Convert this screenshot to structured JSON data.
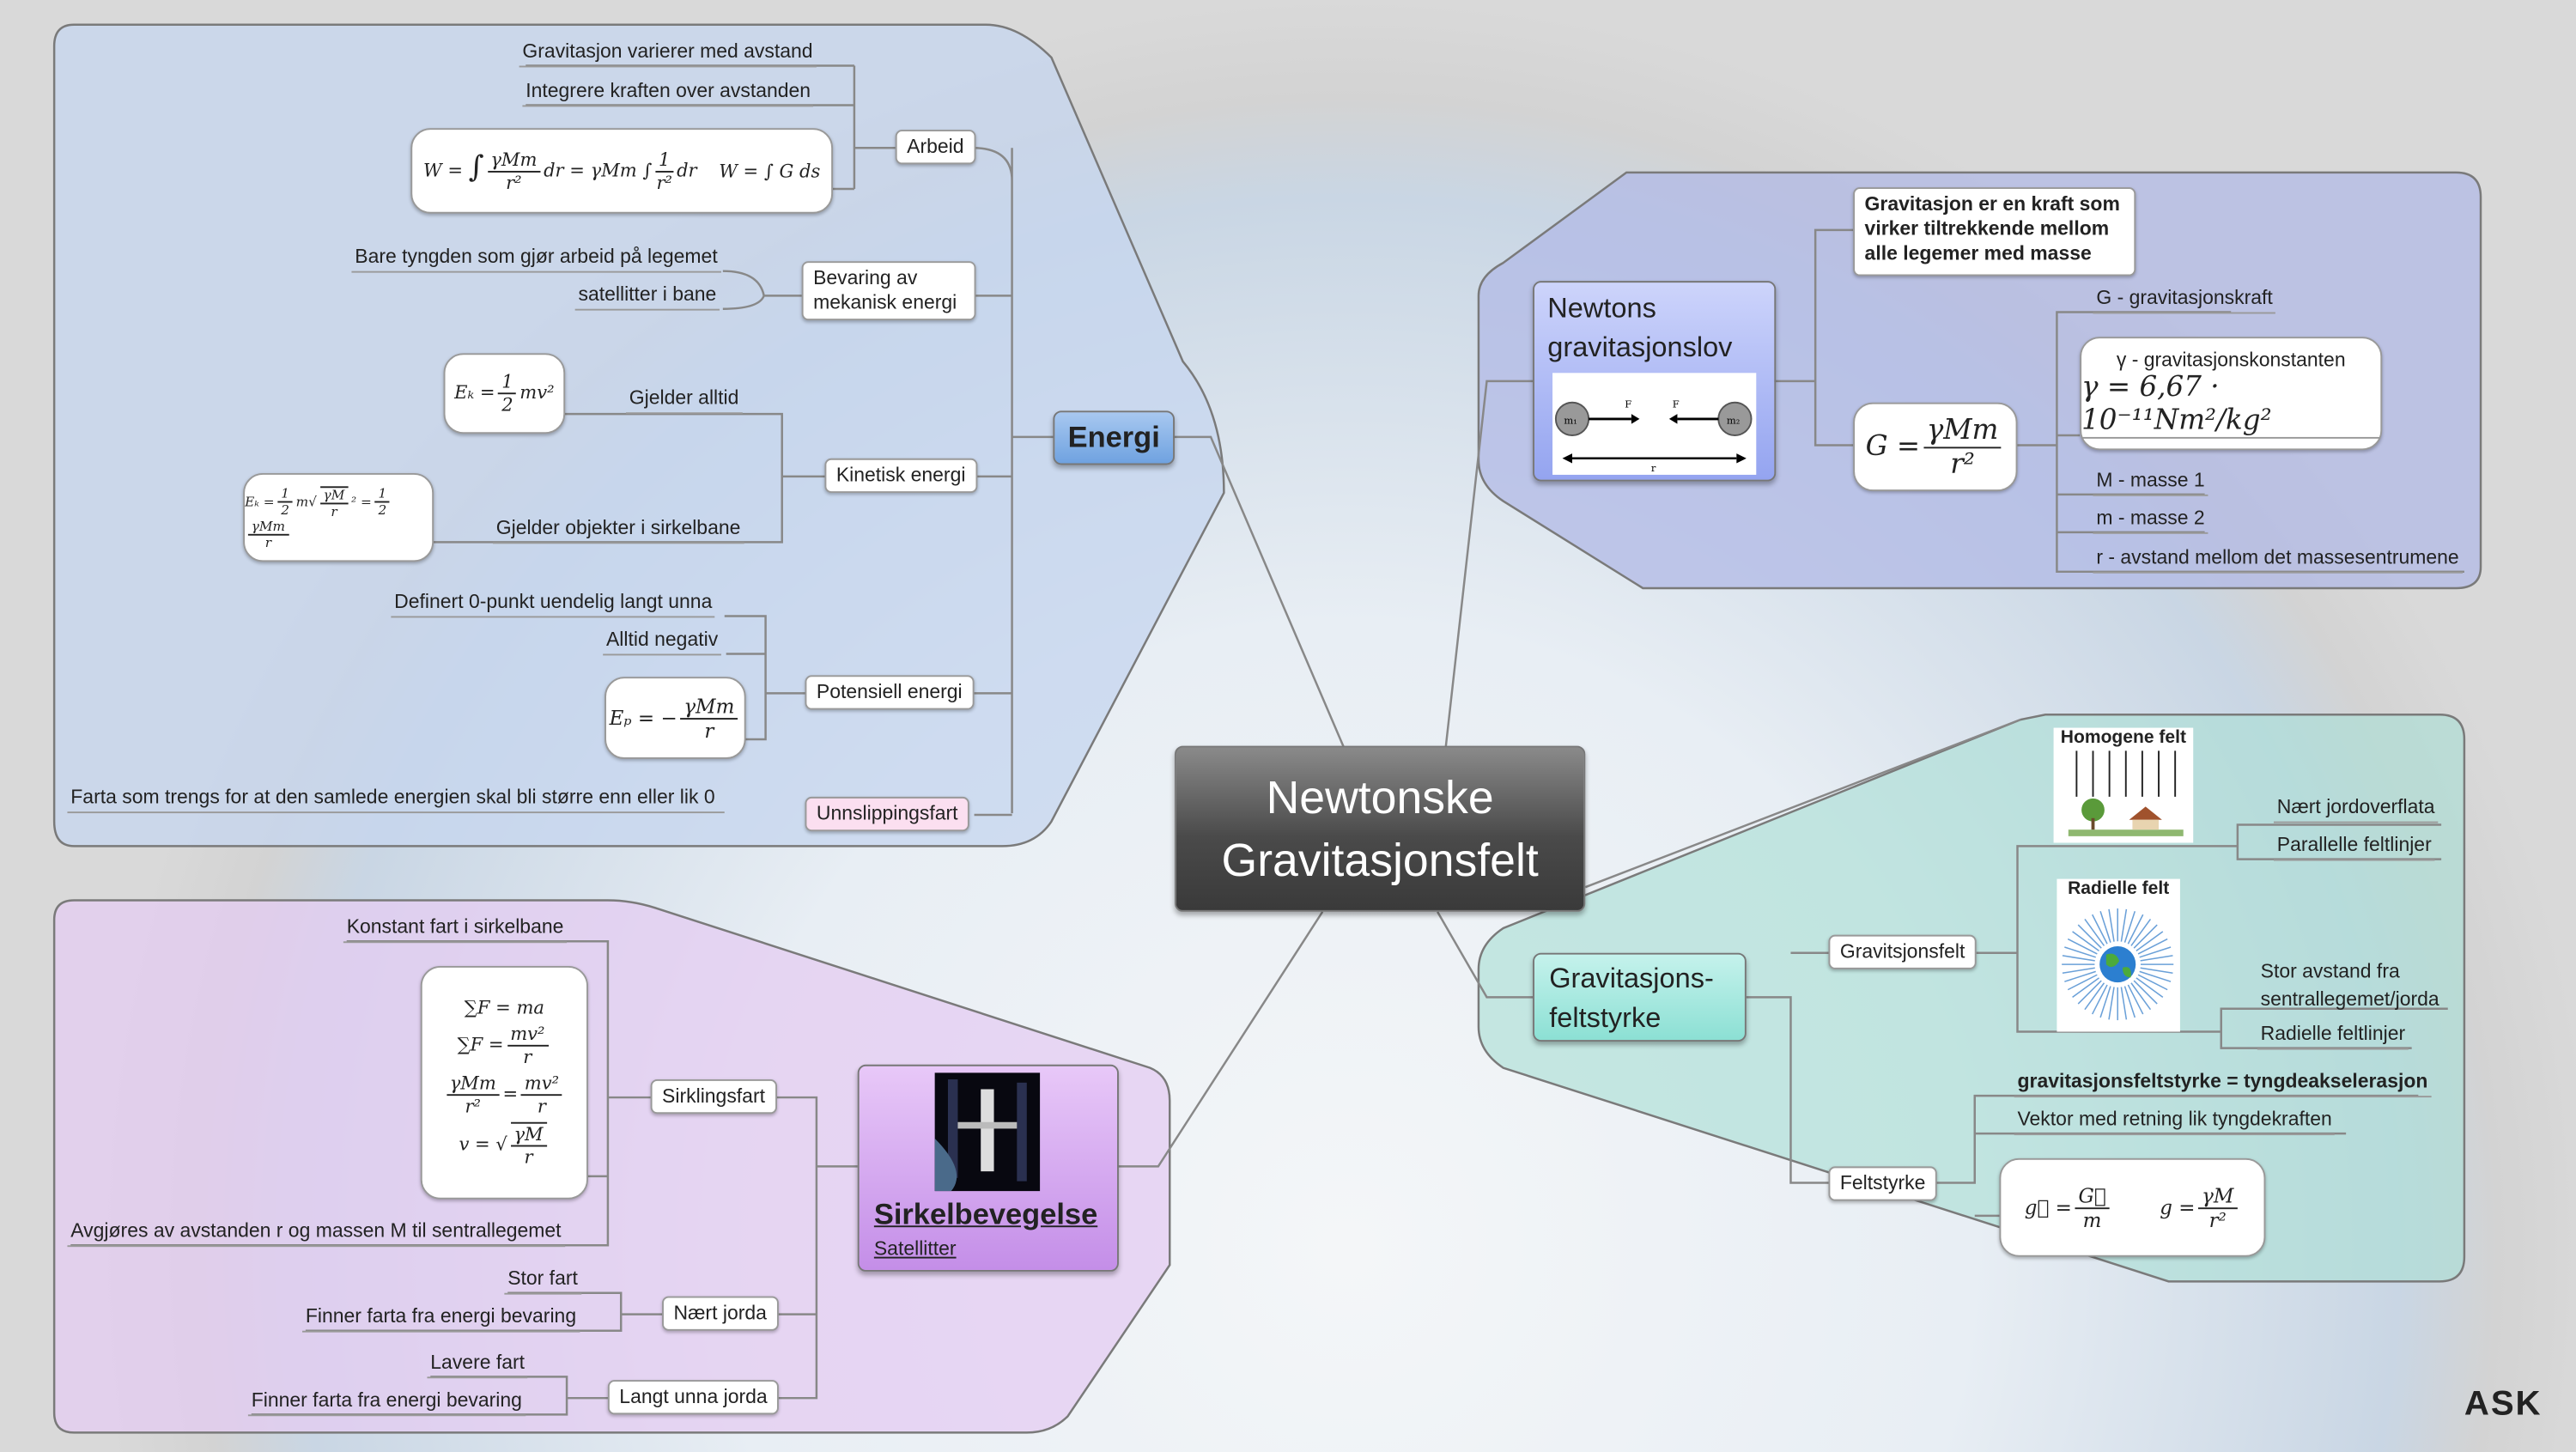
{
  "center": {
    "title_line1": "Newtonske",
    "title_line2": "Gravitasjonsfelt"
  },
  "energi": {
    "title": "Energi",
    "arbeid": {
      "label": "Arbeid",
      "notes": [
        "Gravitasjon varierer med avstand",
        "Integrere kraften over avstanden"
      ],
      "formula": {
        "lhs": "W =",
        "int": "∫",
        "n1": "γMm",
        "d1": "r²",
        "mid": "dr = γMm ∫",
        "n2": "1",
        "d2": "r²",
        "end": "dr",
        "second": "W = ∫ G ds"
      }
    },
    "bevaring": {
      "label_line1": "Bevaring av",
      "label_line2": "mekanisk energi",
      "notes": [
        "Bare tyngden som gjør arbeid på legemet",
        "satellitter i bane"
      ]
    },
    "kinetisk": {
      "label": "Kinetisk energi",
      "notes": [
        "Gjelder alltid",
        "Gjelder objekter i sirkelbane"
      ],
      "formula1": {
        "lhs": "Eₖ =",
        "n": "1",
        "d": "2",
        "rhs": "mv²"
      },
      "formula2": {
        "lhs": "Eₖ =",
        "n1": "1",
        "d1": "2",
        "m": "m",
        "rn": "γM",
        "rd": "r",
        "eq": "=",
        "n2": "1",
        "d2": "2",
        "n3": "γMm",
        "d3": "r"
      }
    },
    "potensiell": {
      "label": "Potensiell energi",
      "notes": [
        "Definert 0-punkt uendelig langt unna",
        "Alltid negativ"
      ],
      "formula": {
        "lhs": "Eₚ = −",
        "n": "γMm",
        "d": "r"
      }
    },
    "unnslipping": {
      "label": "Unnslippingsfart",
      "note": "Farta som trengs for at den samlede energien skal bli større enn eller lik 0"
    }
  },
  "newton": {
    "title_line1": "Newtons",
    "title_line2": "gravitasjonslov",
    "diagram": {
      "m1": "m₁",
      "m2": "m₂",
      "f": "F",
      "r": "r"
    },
    "definition": "Gravitasjon er en kraft som virker tiltrekkende mellom alle legemer med masse",
    "formula": {
      "lhs": "G =",
      "n": "γMm",
      "d": "r²"
    },
    "terms": [
      "G - gravitasjonskraft",
      "M - masse 1",
      "m - masse 2",
      "r - avstand mellom det massesentrumene"
    ],
    "constant": {
      "label": "γ - gravitasjonskonstanten",
      "value": "γ = 6,67 · 10⁻¹¹Nm²/kg²"
    }
  },
  "feltstyrke": {
    "title_line1": "Gravitasjons-",
    "title_line2": "feltstyrke",
    "gravitasjonsfelt": {
      "label": "Gravitsjonsfelt",
      "homogene": {
        "title": "Homogene felt",
        "notes": [
          "Nært jordoverflata",
          "Parallelle feltlinjer"
        ]
      },
      "radielle": {
        "title": "Radielle felt",
        "notes": [
          "Stor avstand fra",
          "sentrallegemet/jorda",
          "Radielle feltlinjer"
        ]
      }
    },
    "felt": {
      "label": "Feltstyrke",
      "notes": [
        "gravitasjonsfeltstyrke = tyngdeakselerasjon",
        "Vektor med retning lik tyngdekraften"
      ],
      "formula": {
        "lhs1": "g⃗ =",
        "n1": "G⃗",
        "d1": "m",
        "lhs2": "g =",
        "n2": "γM",
        "d2": "r²"
      }
    }
  },
  "sirkel": {
    "title": "Sirkelbevegelse",
    "subtitle": "Satellitter",
    "sirklingsfart": {
      "label": "Sirklingsfart",
      "notes": [
        "Konstant fart i sirkelbane",
        "Avgjøres av avstanden r og massen M til sentrallegemet"
      ],
      "formula": {
        "l1": "∑F = ma",
        "l2a": "∑F =",
        "l2n": "mv²",
        "l2d": "r",
        "l3n1": "γMm",
        "l3d1": "r²",
        "l3eq": "=",
        "l3n2": "mv²",
        "l3d2": "r",
        "l4a": "v =",
        "l4n": "γM",
        "l4d": "r"
      }
    },
    "naert": {
      "label": "Nært jorda",
      "notes": [
        "Stor fart",
        "Finner farta fra energi bevaring"
      ]
    },
    "langt": {
      "label": "Langt unna jorda",
      "notes": [
        "Lavere fart",
        "Finner farta fra energi bevaring"
      ]
    }
  },
  "logo": "ASK"
}
